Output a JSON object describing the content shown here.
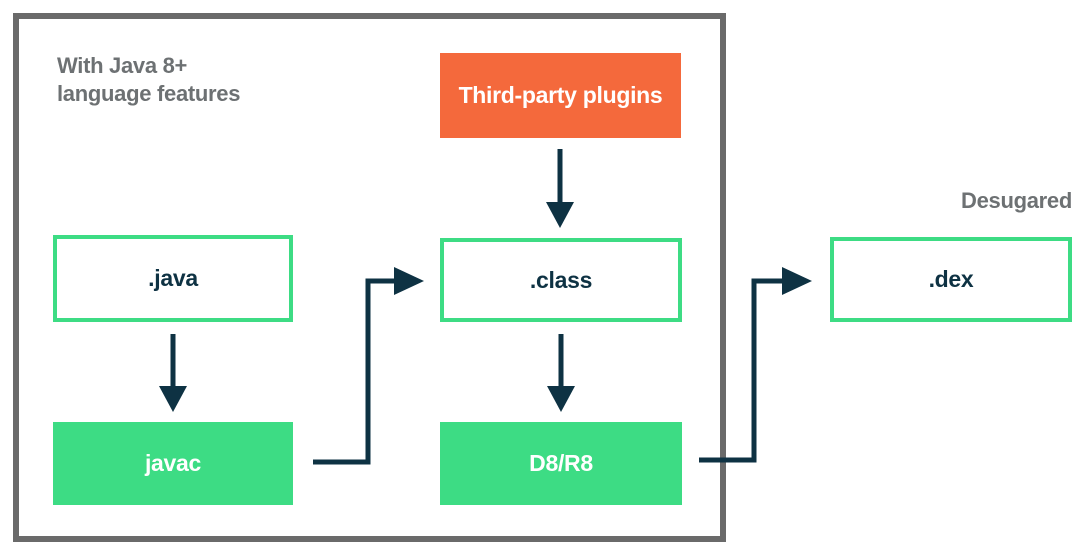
{
  "annotations": {
    "with_java": {
      "line1": "With Java 8+",
      "line2": "language features"
    },
    "desugared": "Desugared"
  },
  "nodes": {
    "third_party_plugins": {
      "label": "Third-party plugins",
      "style": "orange-fill"
    },
    "java_file": {
      "label": ".java",
      "style": "green-outline"
    },
    "class_file": {
      "label": ".class",
      "style": "green-outline"
    },
    "dex_file": {
      "label": ".dex",
      "style": "green-outline"
    },
    "javac": {
      "label": "javac",
      "style": "green-fill"
    },
    "d8r8": {
      "label": "D8/R8",
      "style": "green-fill"
    }
  },
  "edges": [
    {
      "from": "java_file",
      "to": "javac"
    },
    {
      "from": "javac",
      "to": "class_file"
    },
    {
      "from": "third_party_plugins",
      "to": "class_file"
    },
    {
      "from": "class_file",
      "to": "d8r8"
    },
    {
      "from": "d8r8",
      "to": "dex_file"
    }
  ],
  "colors": {
    "green": "#3DDC84",
    "orange": "#F4693C",
    "arrow_navy": "#0E3243",
    "frame_gray": "#6A6A6A",
    "text_gray": "#6D7173",
    "background": "#FFFFFF"
  }
}
